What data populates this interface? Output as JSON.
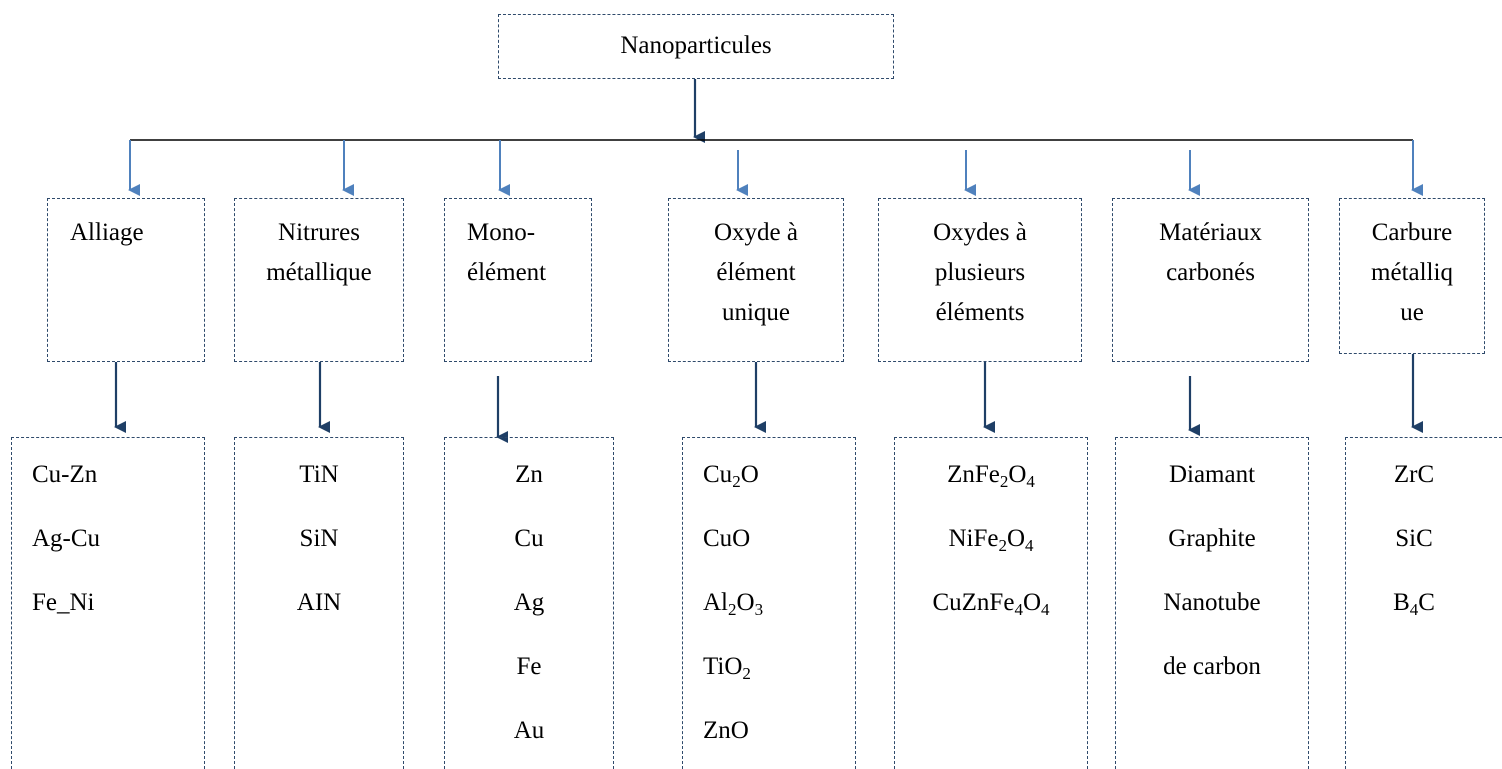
{
  "root": {
    "label": "Nanoparticules"
  },
  "categories": [
    {
      "lines": [
        "Alliage"
      ],
      "items": [
        [
          {
            "t": "Cu-Zn"
          }
        ],
        [
          {
            "t": "Ag-Cu"
          }
        ],
        [
          {
            "t": "Fe_Ni"
          }
        ]
      ]
    },
    {
      "lines": [
        "Nitrures",
        "métallique"
      ],
      "items": [
        [
          {
            "t": "TiN"
          }
        ],
        [
          {
            "t": "SiN"
          }
        ],
        [
          {
            "t": "AIN"
          }
        ]
      ]
    },
    {
      "lines": [
        "Mono-",
        "élément"
      ],
      "items": [
        [
          {
            "t": "Zn"
          }
        ],
        [
          {
            "t": "Cu"
          }
        ],
        [
          {
            "t": "Ag"
          }
        ],
        [
          {
            "t": "Fe"
          }
        ],
        [
          {
            "t": "Au"
          }
        ]
      ]
    },
    {
      "lines": [
        "Oxyde à",
        "élément",
        "unique"
      ],
      "items": [
        [
          {
            "t": "Cu"
          },
          {
            "s": "2"
          },
          {
            "t": "O"
          }
        ],
        [
          {
            "t": "CuO"
          }
        ],
        [
          {
            "t": "Al"
          },
          {
            "s": "2"
          },
          {
            "t": "O"
          },
          {
            "s": "3"
          }
        ],
        [
          {
            "t": "TiO"
          },
          {
            "s": "2"
          }
        ],
        [
          {
            "t": "ZnO"
          }
        ]
      ]
    },
    {
      "lines": [
        "Oxydes à",
        "plusieurs",
        "éléments"
      ],
      "items": [
        [
          {
            "t": "ZnFe"
          },
          {
            "s": "2"
          },
          {
            "t": "O"
          },
          {
            "s": "4"
          }
        ],
        [
          {
            "t": "NiFe"
          },
          {
            "s": "2"
          },
          {
            "t": "O"
          },
          {
            "s": "4"
          }
        ],
        [
          {
            "t": "CuZnFe"
          },
          {
            "s": "4"
          },
          {
            "t": "O"
          },
          {
            "s": "4"
          }
        ]
      ]
    },
    {
      "lines": [
        "Matériaux",
        "carbonés"
      ],
      "items": [
        [
          {
            "t": "Diamant"
          }
        ],
        [
          {
            "t": "Graphite"
          }
        ],
        [
          {
            "t": "Nanotube"
          }
        ],
        [
          {
            "t": "de carbon"
          }
        ]
      ]
    },
    {
      "lines": [
        "Carbure",
        "métalliq",
        "ue"
      ],
      "items": [
        [
          {
            "t": "ZrC"
          }
        ],
        [
          {
            "t": "SiC"
          }
        ],
        [
          {
            "t": "B"
          },
          {
            "s": "4"
          },
          {
            "t": "C"
          }
        ]
      ]
    }
  ],
  "colors": {
    "dark_arrow": "#1f3f66",
    "light_arrow": "#4f81bd",
    "border": "#2f4a6b"
  }
}
